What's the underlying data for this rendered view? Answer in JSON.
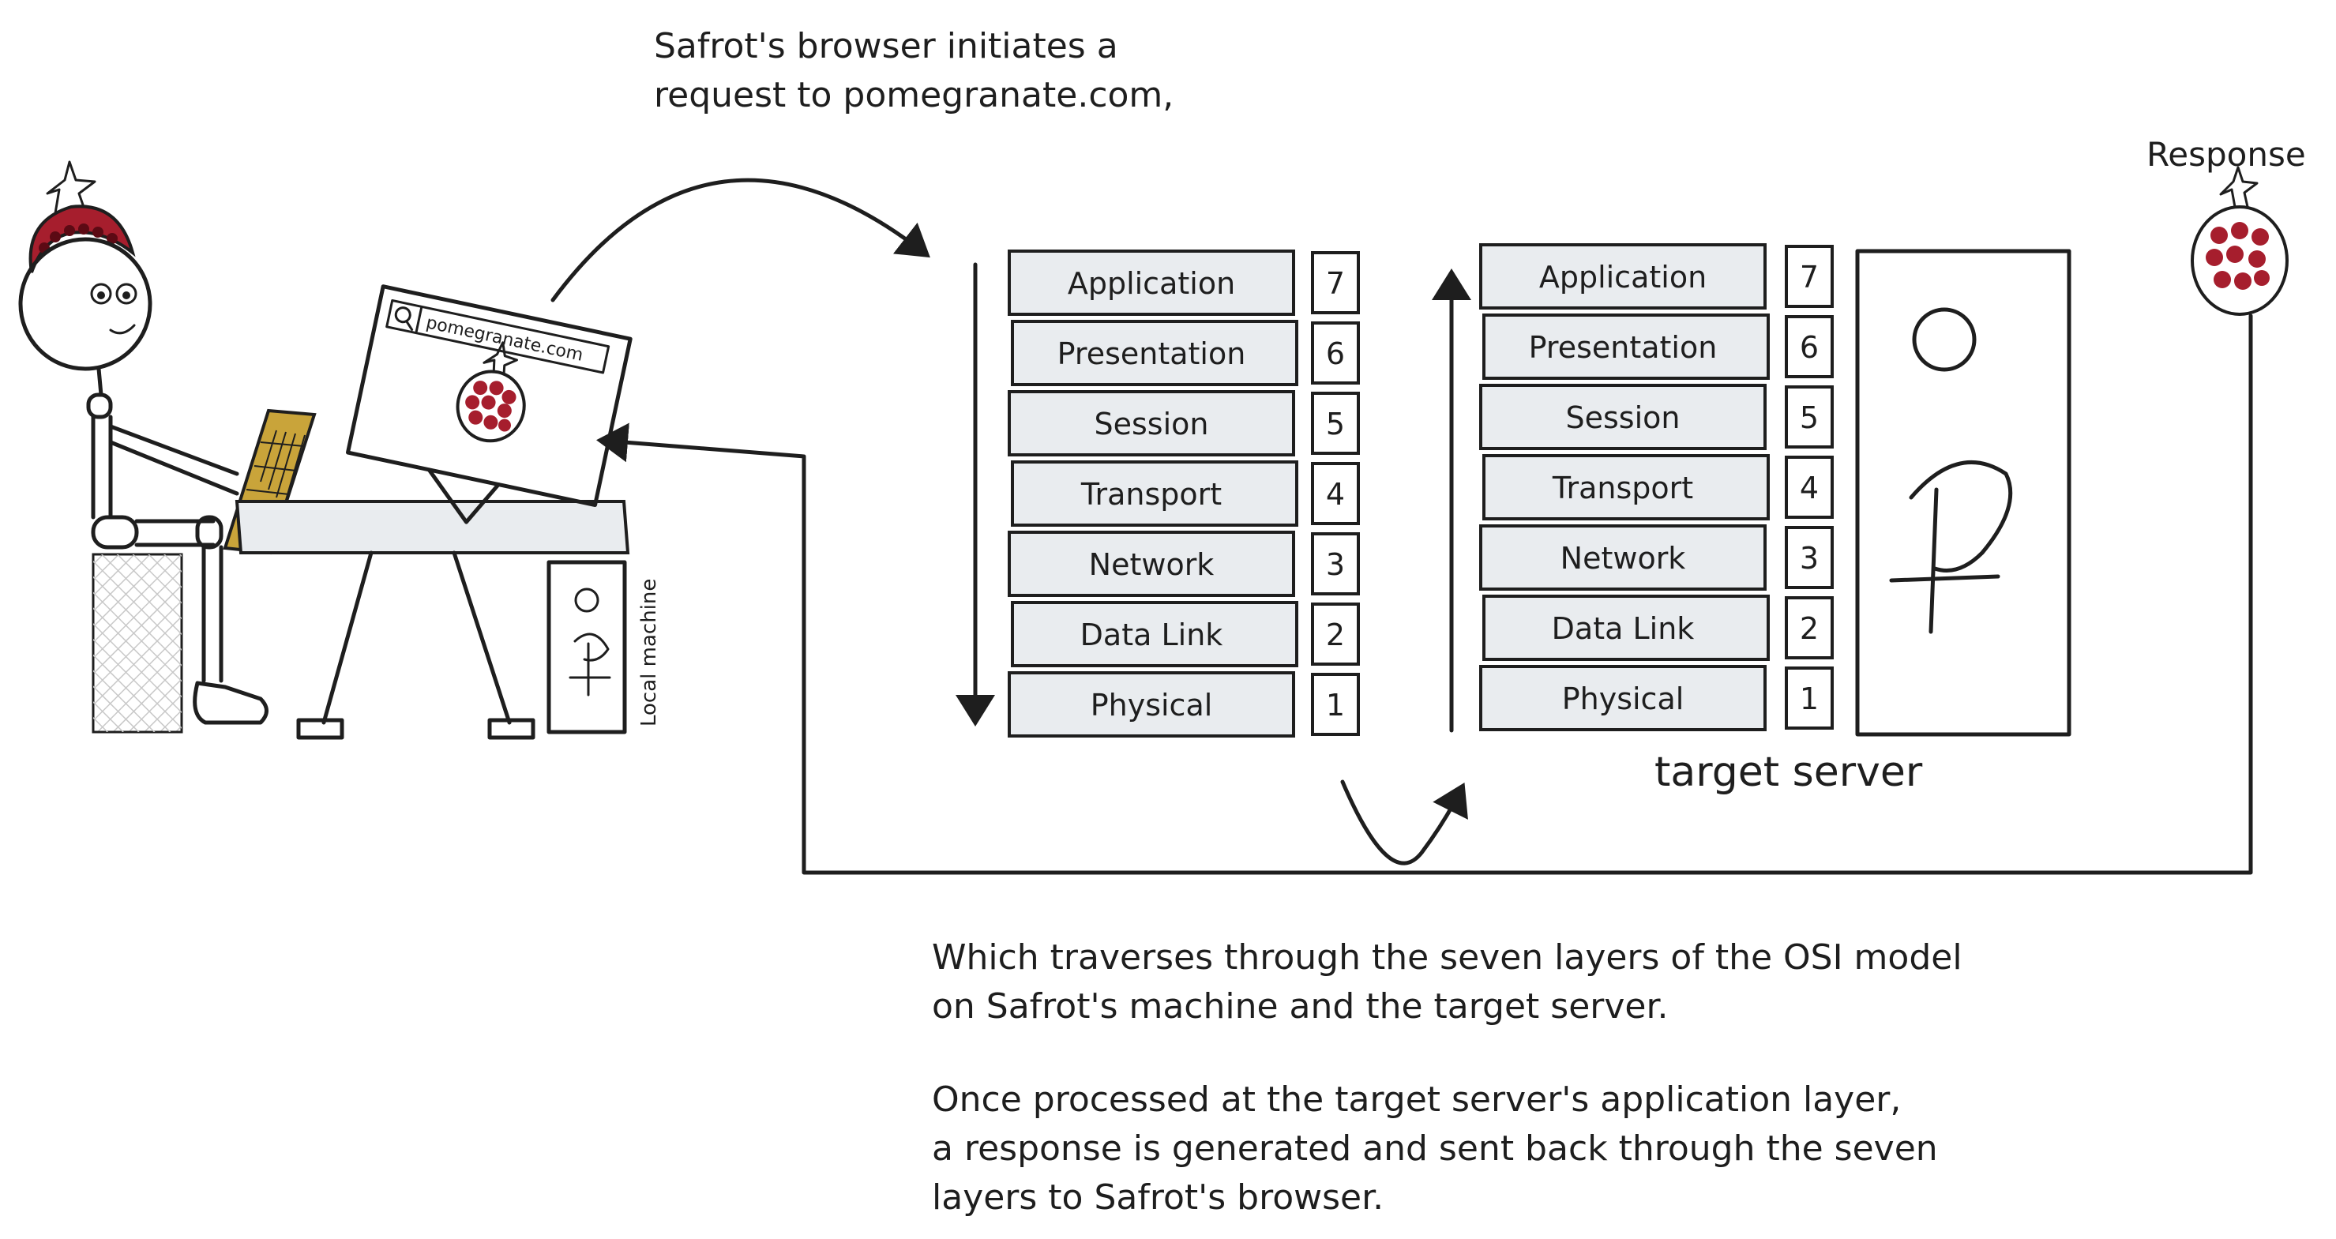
{
  "captions": {
    "request": "Safrot's browser initiates a\nrequest to pomegranate.com,",
    "response_label": "Response",
    "local_machine": "Local machine",
    "target_server": "target server",
    "paragraph_1": "Which traverses through the seven layers of the OSI model\non Safrot's machine and the target server.",
    "paragraph_2": "Once processed at the target server's application layer,\na response is generated and sent back through the seven\nlayers to Safrot's browser."
  },
  "browser": {
    "url": "pomegranate.com"
  },
  "osi_stacks": {
    "local": {
      "layers": [
        {
          "name": "Application",
          "number": "7"
        },
        {
          "name": "Presentation",
          "number": "6"
        },
        {
          "name": "Session",
          "number": "5"
        },
        {
          "name": "Transport",
          "number": "4"
        },
        {
          "name": "Network",
          "number": "3"
        },
        {
          "name": "Data Link",
          "number": "2"
        },
        {
          "name": "Physical",
          "number": "1"
        }
      ]
    },
    "server": {
      "layers": [
        {
          "name": "Application",
          "number": "7"
        },
        {
          "name": "Presentation",
          "number": "6"
        },
        {
          "name": "Session",
          "number": "5"
        },
        {
          "name": "Transport",
          "number": "4"
        },
        {
          "name": "Network",
          "number": "3"
        },
        {
          "name": "Data Link",
          "number": "2"
        },
        {
          "name": "Physical",
          "number": "1"
        }
      ]
    }
  },
  "colors": {
    "stroke": "#1e1e1e",
    "layer_fill": "#e9ecef",
    "pomegranate": "#a61e2d",
    "keyboard": "#c9a43a"
  }
}
